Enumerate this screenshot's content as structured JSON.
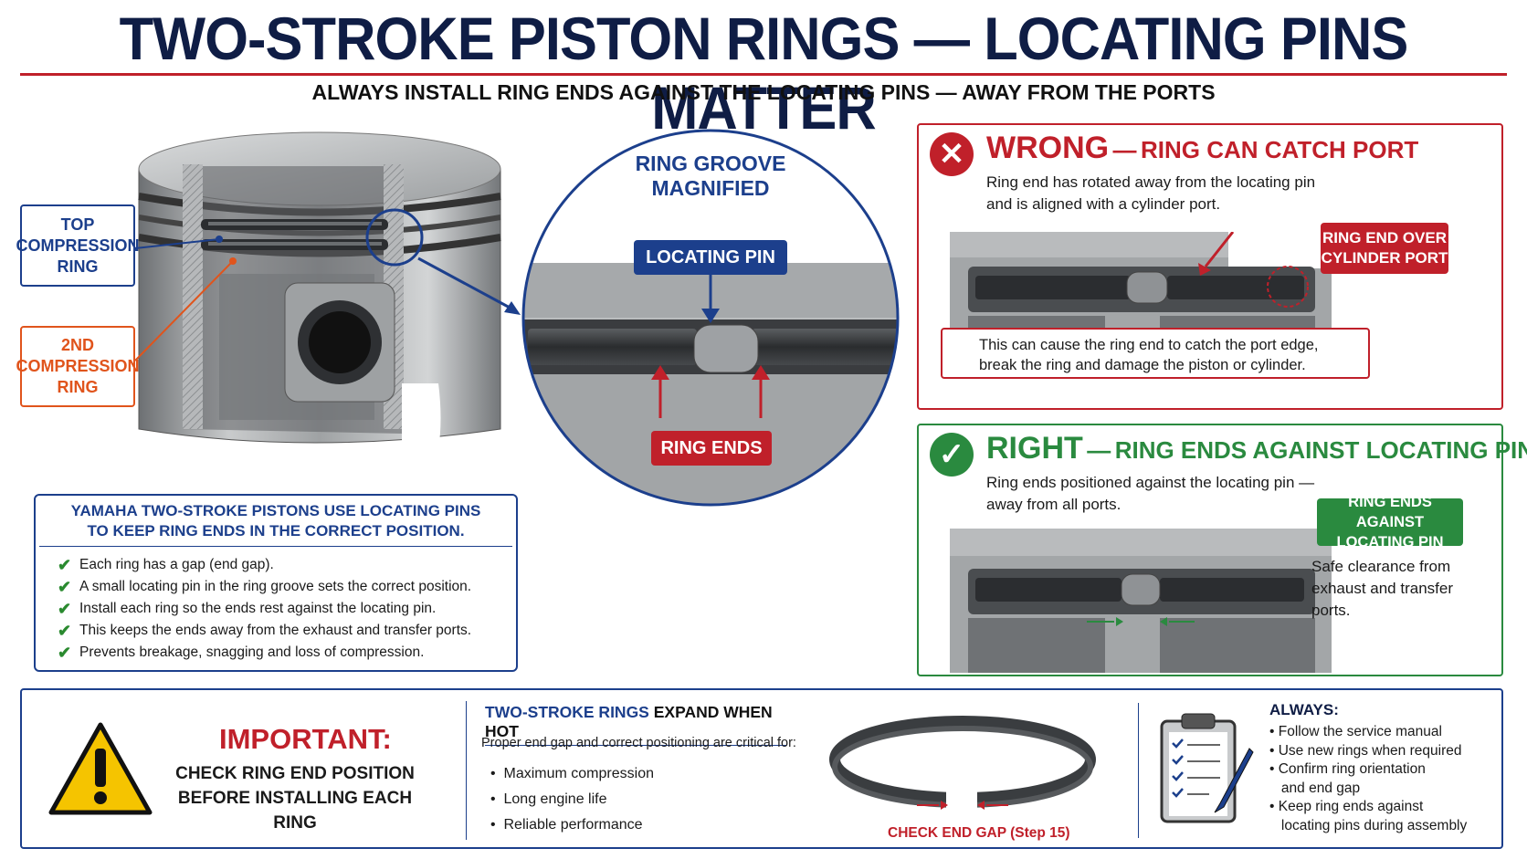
{
  "title": "TWO-STROKE PISTON RINGS — LOCATING PINS MATTER",
  "subtitle": "ALWAYS INSTALL RING ENDS AGAINST THE LOCATING PINS — AWAY FROM THE PORTS",
  "piston": {
    "top_ring_label": [
      "TOP",
      "COMPRESSION",
      "RING"
    ],
    "second_ring_label": [
      "2ND",
      "COMPRESSION",
      "RING"
    ]
  },
  "magnifier": {
    "title": [
      "RING GROOVE",
      "MAGNIFIED"
    ],
    "pin_label": "LOCATING PIN",
    "ends_label": "RING ENDS"
  },
  "info": {
    "heading": [
      "YAMAHA TWO-STROKE PISTONS USE LOCATING PINS",
      "TO KEEP RING ENDS IN THE CORRECT POSITION."
    ],
    "items": [
      "Each ring has a gap (end gap).",
      "A small locating pin in the ring groove sets the correct position.",
      "Install each ring so the ends rest against the locating pin.",
      "This keeps the ends away from the exhaust and transfer ports.",
      "Prevents breakage, snagging and loss of compression."
    ]
  },
  "wrong": {
    "word": "WRONG",
    "dash": "—",
    "rest": "RING CAN CATCH PORT",
    "body": [
      "Ring end has rotated away from the locating pin",
      "and is aligned with a cylinder port."
    ],
    "badge": [
      "RING END OVER",
      "CYLINDER PORT"
    ],
    "warning": [
      "This can cause the ring end to catch the port edge,",
      "break the ring and damage the piston or cylinder."
    ]
  },
  "right": {
    "word": "RIGHT",
    "dash": "—",
    "rest": "RING ENDS AGAINST LOCATING PIN",
    "body": [
      "Ring ends positioned against the locating pin —",
      "away from all ports."
    ],
    "badge": [
      "RING ENDS AGAINST",
      "LOCATING PIN"
    ],
    "note": [
      "Safe clearance from",
      "exhaust and transfer",
      "ports."
    ]
  },
  "bottom": {
    "important_title": "IMPORTANT:",
    "important_text": [
      "CHECK RING END POSITION",
      "BEFORE INSTALLING EACH RING"
    ],
    "expand_title_a": "TWO-STROKE RINGS",
    "expand_title_b": " EXPAND WHEN HOT",
    "expand_intro": "Proper end gap and correct positioning are critical for:",
    "expand_items": [
      "Maximum compression",
      "Long engine life",
      "Reliable performance"
    ],
    "gap_label": "CHECK END GAP (Step 15)",
    "always_title": "ALWAYS:",
    "always_items": [
      [
        "Follow the service manual"
      ],
      [
        "Use new rings when required"
      ],
      [
        "Confirm ring orientation",
        "and end gap"
      ],
      [
        "Keep ring ends against",
        "locating pins during assembly"
      ]
    ]
  },
  "colors": {
    "navy": "#0f1d45",
    "blue": "#1c3f8c",
    "red": "#c0202a",
    "green": "#2a8a3f",
    "orange": "#e0541c",
    "warning_yellow": "#f5c400"
  }
}
